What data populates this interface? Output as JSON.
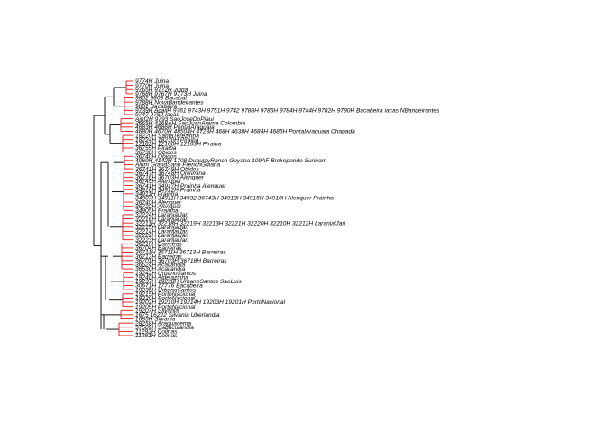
{
  "colors": {
    "tree_branch": "#000000",
    "tip_branch": "#e41a1c",
    "label": "#000000"
  },
  "tree": {
    "tips": [
      "9774H Juina",
      "9770H Juina",
      "9765H 9772H Juina",
      "9768H 9767H 9773H Juina",
      "9802 9803 Bacabal",
      "9788H NovaBandeirantes",
      "9801 Bacabeira",
      "9739H AcailH 9761 9743H 9751H 9742 9788H 9786H 9784H 9744H 9782H 9790H Bacabeira iacas NBandeirantes",
      "9747 9750 Iacas",
      "Ajhf2H 9793 SaoJoseDoPiaui",
      "2665H 4168AH SaoJuanArama Colombia",
      "4683H 4686H PontalAraguaia",
      "4680H 4670H 48504H 4723H 468H 4638H 4684H 4685H PontalAraguaia Chapada",
      "18220H SantaTerezinha",
      "18224H 18230H Piraiba",
      "12162H 12160H 12163H Piraiba",
      "36755H Piraiba",
      "36738H Obidos",
      "36740H Obidos",
      "4069H 4142H 1708 DubulayRanch Guyana 109AF Brokopondo Surinam",
      "Alum GrandSanh FrenchGuiana",
      "36741H 36749H Obidos",
      "36747H 36748H Oriximina",
      "36716H 36703H Alenquer",
      "36745H Alenquer",
      "36741H 34917H Prainha Alenquer",
      "34916H 34912H Prainha",
      "34911H Prainha",
      "34907H 34911H 34932 36743H 34913H 34915H 34910H Alenquer Prainha",
      "36740H Alenquer",
      "36722H Alenquer",
      "34905H Prainha",
      "32224H LaranjalJari",
      "32216H LaranjalJari",
      "32211H 32218H 32219H 32213H 32221H 32220H 32210H 32212H LaranjalJari",
      "32215H LaranjalJari",
      "32214H LaranjalJari",
      "32222H LaranjalJari",
      "32223H LaranjalJari",
      "36718H Barreiras",
      "36704H Barreiras",
      "36711H 36711H 36713H Barreiras",
      "36712H Barreiras",
      "36701H 36703H 36718H Barreiras",
      "36524H Acailandia",
      "36530H Acailandia",
      "19242H UrbanoSantos",
      "19240H Aldeiazinha",
      "19237H 19238H UrbanoSantos SaoLuis",
      "30671H 17776 Bacabeira",
      "19235H UrbanoSantos",
      "19215H PortoNacional",
      "19220H PortoNacional",
      "19202H 19210H 19214H 19203H 19201H PortoNacional",
      "19205H PortoNacional",
      "19207H Silvania",
      "1675 16222 Silvania Uberlandia",
      "1685H Silvania",
      "28258H Araguacema",
      "37509H Sabaculandia",
      "11292H Colinas",
      "11281H Colinas"
    ]
  }
}
